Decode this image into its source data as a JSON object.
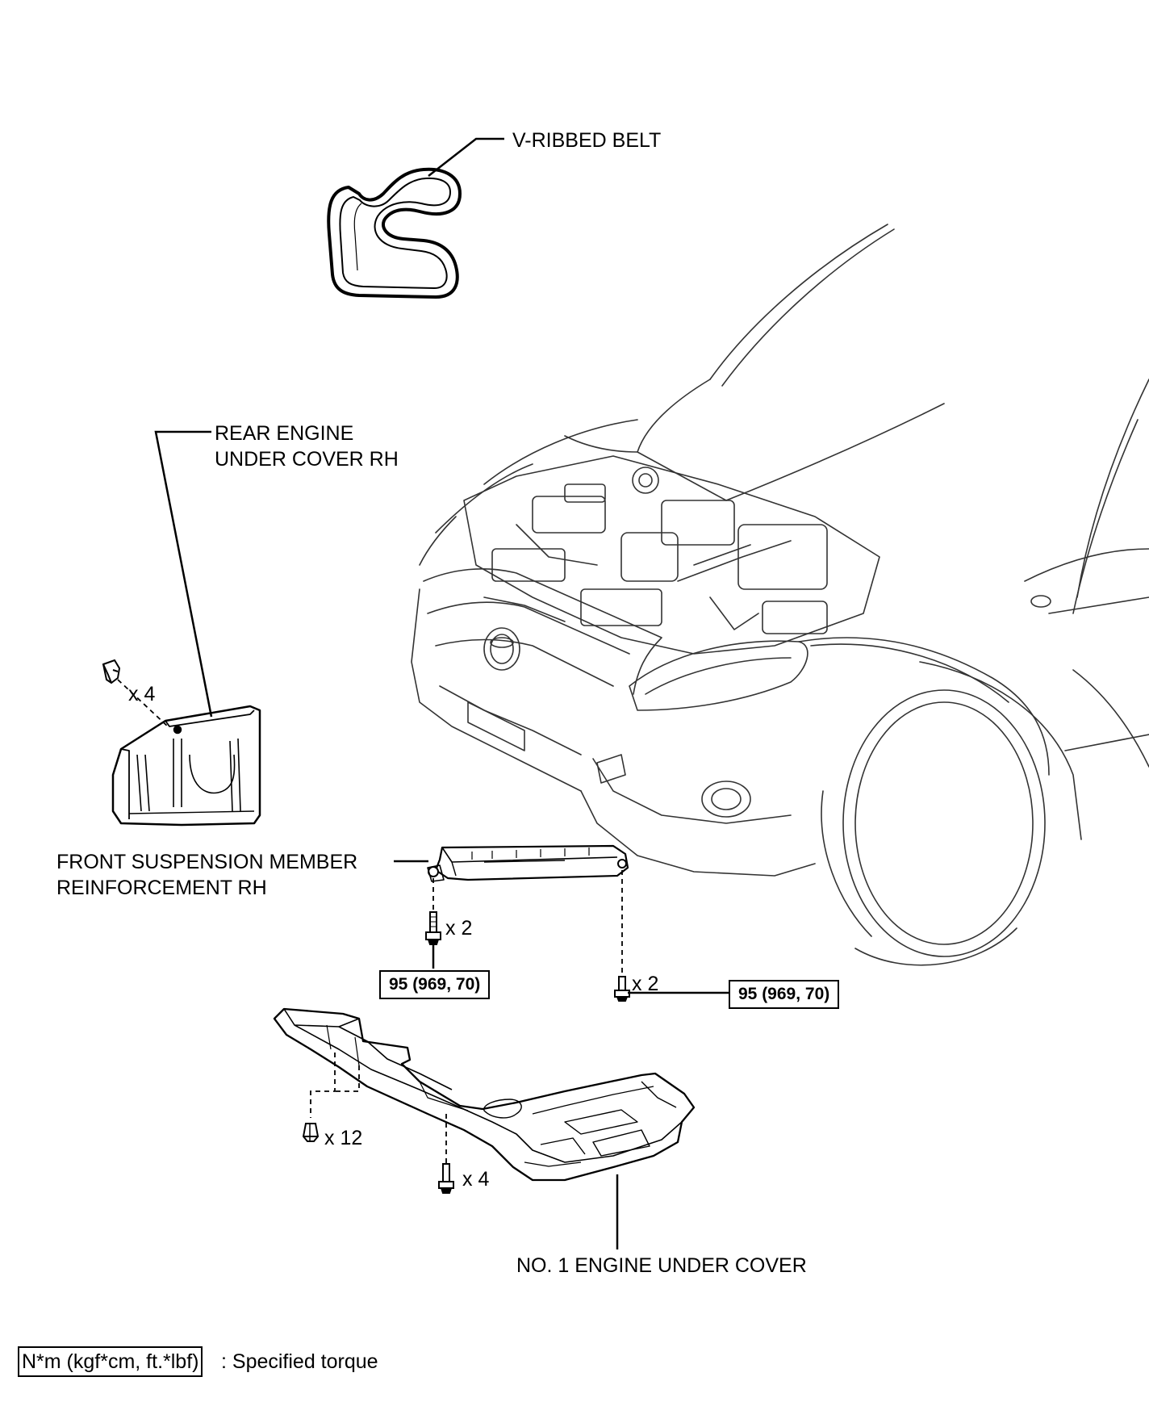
{
  "labels": {
    "v_ribbed_belt": "V-RIBBED BELT",
    "rear_cover_line1": "REAR ENGINE",
    "rear_cover_line2": "UNDER COVER RH",
    "reinforcement_line1": "FRONT SUSPENSION MEMBER",
    "reinforcement_line2": "REINFORCEMENT RH",
    "engine_under_cover": "NO. 1 ENGINE UNDER COVER"
  },
  "quantities": {
    "rear_cover_clips": "x 4",
    "left_bolts": "x 2",
    "right_bolts": "x 2",
    "under_cover_clips": "x 12",
    "under_cover_bolts": "x 4"
  },
  "torque": {
    "left": "95 (969, 70)",
    "right": "95 (969, 70)"
  },
  "legend": {
    "box": "N*m (kgf*cm, ft.*lbf)",
    "text": ": Specified torque"
  }
}
